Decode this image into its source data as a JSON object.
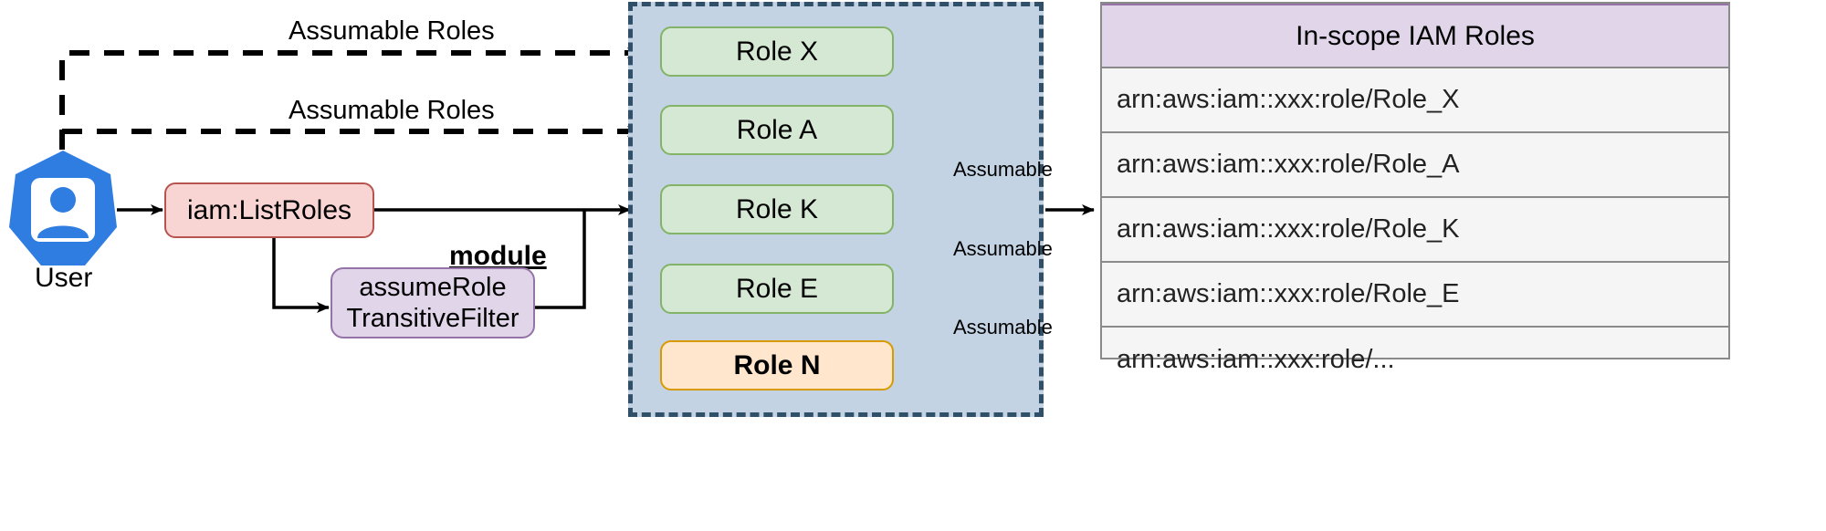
{
  "diagram": {
    "title": "IAM assumable roles enumeration flow",
    "colors": {
      "action_fill": "#f8d4d2",
      "action_stroke": "#b85450",
      "module_fill": "#e1d5ea",
      "module_stroke": "#9673a6",
      "role_fill": "#d5e8d4",
      "role_stroke": "#82b366",
      "role_highlight_fill": "#ffe6cc",
      "role_highlight_stroke": "#d79b00",
      "scope_fill": "#c3d3e3",
      "scope_stroke": "#2f5068",
      "user_icon": "#2f7de1",
      "table_header_fill": "#e1d5ea",
      "table_row_fill": "#f5f5f5",
      "table_border": "#8a8a8a"
    }
  },
  "actor": {
    "caption": "User",
    "icon": "user-heptagon-icon"
  },
  "action": {
    "label": "iam:ListRoles"
  },
  "module": {
    "title": "module",
    "line1": "assumeRole",
    "line2": "TransitiveFilter"
  },
  "edges": {
    "assumable_roles_top": "Assumable Roles",
    "assumable_roles_bottom": "Assumable Roles",
    "assumable_1": "Assumable",
    "assumable_2": "Assumable",
    "assumable_3": "Assumable"
  },
  "scope": {
    "roles": [
      {
        "label": "Role X",
        "style": "role"
      },
      {
        "label": "Role A",
        "style": "role"
      },
      {
        "label": "Role K",
        "style": "role"
      },
      {
        "label": "Role E",
        "style": "role"
      },
      {
        "label": "Role N",
        "style": "role-highlight"
      }
    ]
  },
  "table": {
    "header": "In-scope IAM Roles",
    "rows": [
      "arn:aws:iam::xxx:role/Role_X",
      "arn:aws:iam::xxx:role/Role_A",
      "arn:aws:iam::xxx:role/Role_K",
      "arn:aws:iam::xxx:role/Role_E",
      "arn:aws:iam::xxx:role/..."
    ]
  }
}
